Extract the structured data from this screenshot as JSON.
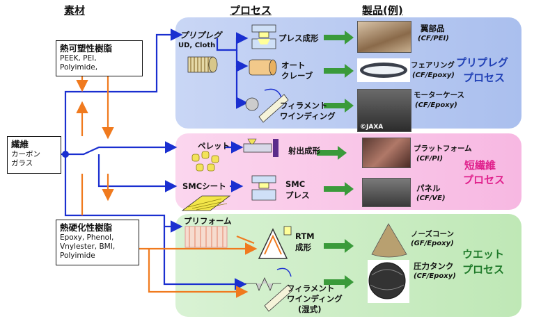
{
  "headers": {
    "materials": "素材",
    "process": "プロセス",
    "products": "製品(例)"
  },
  "materials": {
    "thermoplastic": {
      "title": "熱可塑性樹脂",
      "lines": [
        "PEEK, PEI,",
        "Polyimide,"
      ]
    },
    "fiber": {
      "title": "繊維",
      "lines": [
        "カーボン",
        "ガラス"
      ]
    },
    "thermoset": {
      "title": "熱硬化性樹脂",
      "lines": [
        "Epoxy, Phenol,",
        "Vnylester, BMI,",
        "Polyimide"
      ]
    }
  },
  "process_groups": {
    "prepreg": {
      "title_l1": "プリプレグ",
      "title_l2": "プロセス",
      "color": "#1f3fb5"
    },
    "short": {
      "title_l1": "短繊維",
      "title_l2": "プロセス",
      "color": "#e0208c"
    },
    "wet": {
      "title_l1": "ウエット",
      "title_l2": "プロセス",
      "color": "#1f7a2a"
    }
  },
  "intermediates": {
    "prepreg": {
      "name": "プリプレグ",
      "sub": "UD, Cloth"
    },
    "pellet": {
      "name": "ペレット"
    },
    "smc": {
      "name": "SMCシート"
    },
    "preform": {
      "name": "プリフォーム"
    }
  },
  "processes": {
    "press": "プレス成形",
    "autoclave_l1": "オート",
    "autoclave_l2": "クレーブ",
    "fw_l1": "フィラメント",
    "fw_l2": "ワインディング",
    "injection": "射出成形",
    "smc_press_l1": "SMC",
    "smc_press_l2": "プレス",
    "rtm_l1": "RTM",
    "rtm_l2": "成形",
    "wfw_l1": "フィラメント",
    "wfw_l2": "ワインディング",
    "wfw_l3": "(湿式)"
  },
  "products": {
    "wing": {
      "name": "翼部品",
      "sub": "(CF/PEI)"
    },
    "fairing": {
      "name": "フェアリング",
      "sub": "(CF/Epoxy)"
    },
    "motorcase": {
      "name": "モーターケース",
      "sub": "(CF/Epoxy)",
      "credit": "©JAXA"
    },
    "platform": {
      "name": "プラットフォーム",
      "sub": "(CF/PI)"
    },
    "panel": {
      "name": "パネル",
      "sub": "(CF/VE)"
    },
    "nosecone": {
      "name": "ノーズコーン",
      "sub": "(GF/Epoxy)"
    },
    "tank": {
      "name": "圧力タンク",
      "sub": "(CF/Epoxy)"
    }
  },
  "colors": {
    "blue_line": "#1a2fd0",
    "orange_line": "#f07a1e",
    "green_arrow": "#3a9a3a"
  }
}
